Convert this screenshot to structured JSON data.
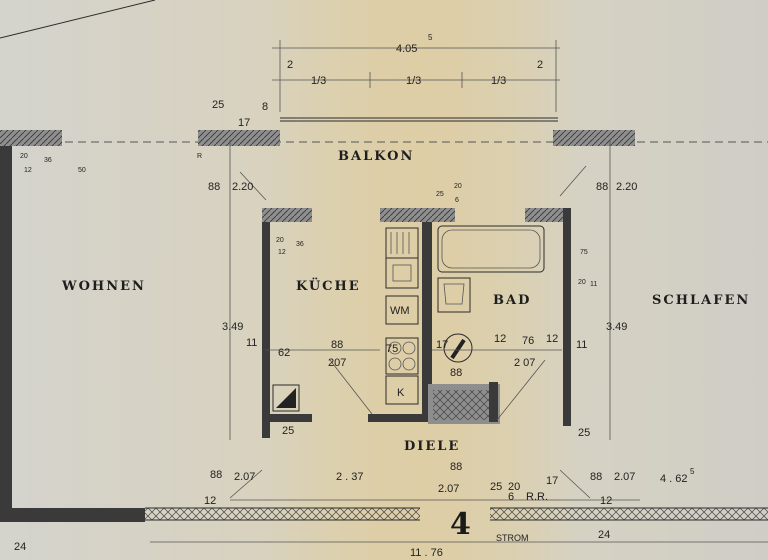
{
  "rooms": {
    "balkon": "BALKON",
    "wohnen": "WOHNEN",
    "kueche": "KÜCHE",
    "bad": "BAD",
    "schlafen": "SCHLAFEN",
    "diele": "DIELE"
  },
  "fixtures": {
    "wm": "WM",
    "k": "K",
    "rr": "R.R.",
    "strom": "STROM"
  },
  "unit_number": "4",
  "dimensions": {
    "balkon_width": "4.05",
    "balkon_width_sup": "5",
    "third_1": "1/3",
    "third_2": "1/3",
    "third_3": "1/3",
    "edge_left": "2",
    "edge_right": "2",
    "d25_top": "25",
    "d17": "17",
    "d8": "8",
    "d220_left": "2.20",
    "d220_right": "2.20",
    "d88_left": "88",
    "d88_right": "88",
    "d349_left": "3.49",
    "d349_right": "3.49",
    "d11_left": "11",
    "d62": "62",
    "d88_k": "88",
    "d207_k": "207",
    "d75": "75",
    "d17_bad": "17",
    "d12_bad": "12",
    "d76": "76",
    "d12_r": "12",
    "d11_right": "11",
    "d88_bad": "88",
    "d207_bad": "2 07",
    "d207_bl": "2.07",
    "d207_br": "2.07",
    "d88_bl": "88",
    "d88_br": "88",
    "d237": "2 . 37",
    "d88_diele": "88",
    "d207_diele": "2.07",
    "d462": "4 . 62",
    "d1176": "11 . 76",
    "d24_left": "24",
    "d24_right": "24",
    "d25_diele": "25",
    "d25_r": "25",
    "d12_bl": "12",
    "d12_br": "12",
    "d20_r": "20",
    "d6_r": "6",
    "d25_rr": "25",
    "d17_rr": "17",
    "sup5": "5"
  },
  "small_notes": {
    "wohnen_20": "20",
    "wohnen_36": "36",
    "wohnen_12": "12",
    "wohnen_50": "50",
    "kueche_20": "20",
    "kueche_36": "36",
    "kueche_12": "12",
    "bad_75": "75",
    "bad_20": "20",
    "bad_11": "11",
    "top_25": "25",
    "top_20": "20",
    "top_6": "6",
    "r_marker": "R"
  }
}
